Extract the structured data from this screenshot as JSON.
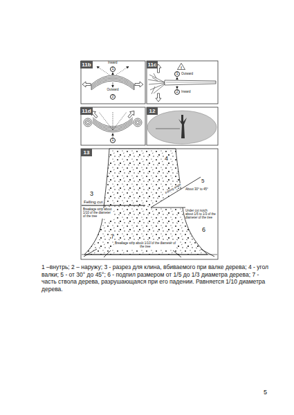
{
  "diagram": {
    "caption": "1 –внутрь; 2 – наружу; 3 - разрез для клина, вбиваемого при валке дерева; 4 - угол валки; 5 - от 30° до 45°; 6 - подпил размером от 1/5 до 1/3 диаметра дерева; 7 - часть ствола дерева, разрушающаяся при его падении. Равняется 1/10 диаметра дерева.",
    "nodes": [
      {
        "text": [
          "11b"
        ]
      },
      {
        "text": [
          "1"
        ]
      },
      {
        "text": [
          "2"
        ]
      },
      {
        "text": [
          "11c"
        ]
      },
      {
        "text": [
          "!"
        ]
      },
      {
        "text": [
          "1"
        ]
      },
      {
        "text": [
          "2"
        ]
      },
      {
        "text": [
          "11d"
        ]
      },
      {
        "text": [
          "1"
        ]
      },
      {
        "text": [
          "12"
        ]
      },
      {
        "text": [
          "13"
        ]
      }
    ],
    "labels": [
      "Inward",
      "Outward",
      "Outward",
      "Inward",
      "3",
      "Felling cut",
      "Breakage strip about 1/10 of the diameter of the tree",
      "4",
      "Felling angle",
      "5",
      "About 30° to 45°",
      "Under cut notch about 1/5 to 1/3 of the diameter of the tree",
      "6",
      "7",
      "Breakage strip about 1/10 of the diameter of the tree",
      "5"
    ]
  }
}
